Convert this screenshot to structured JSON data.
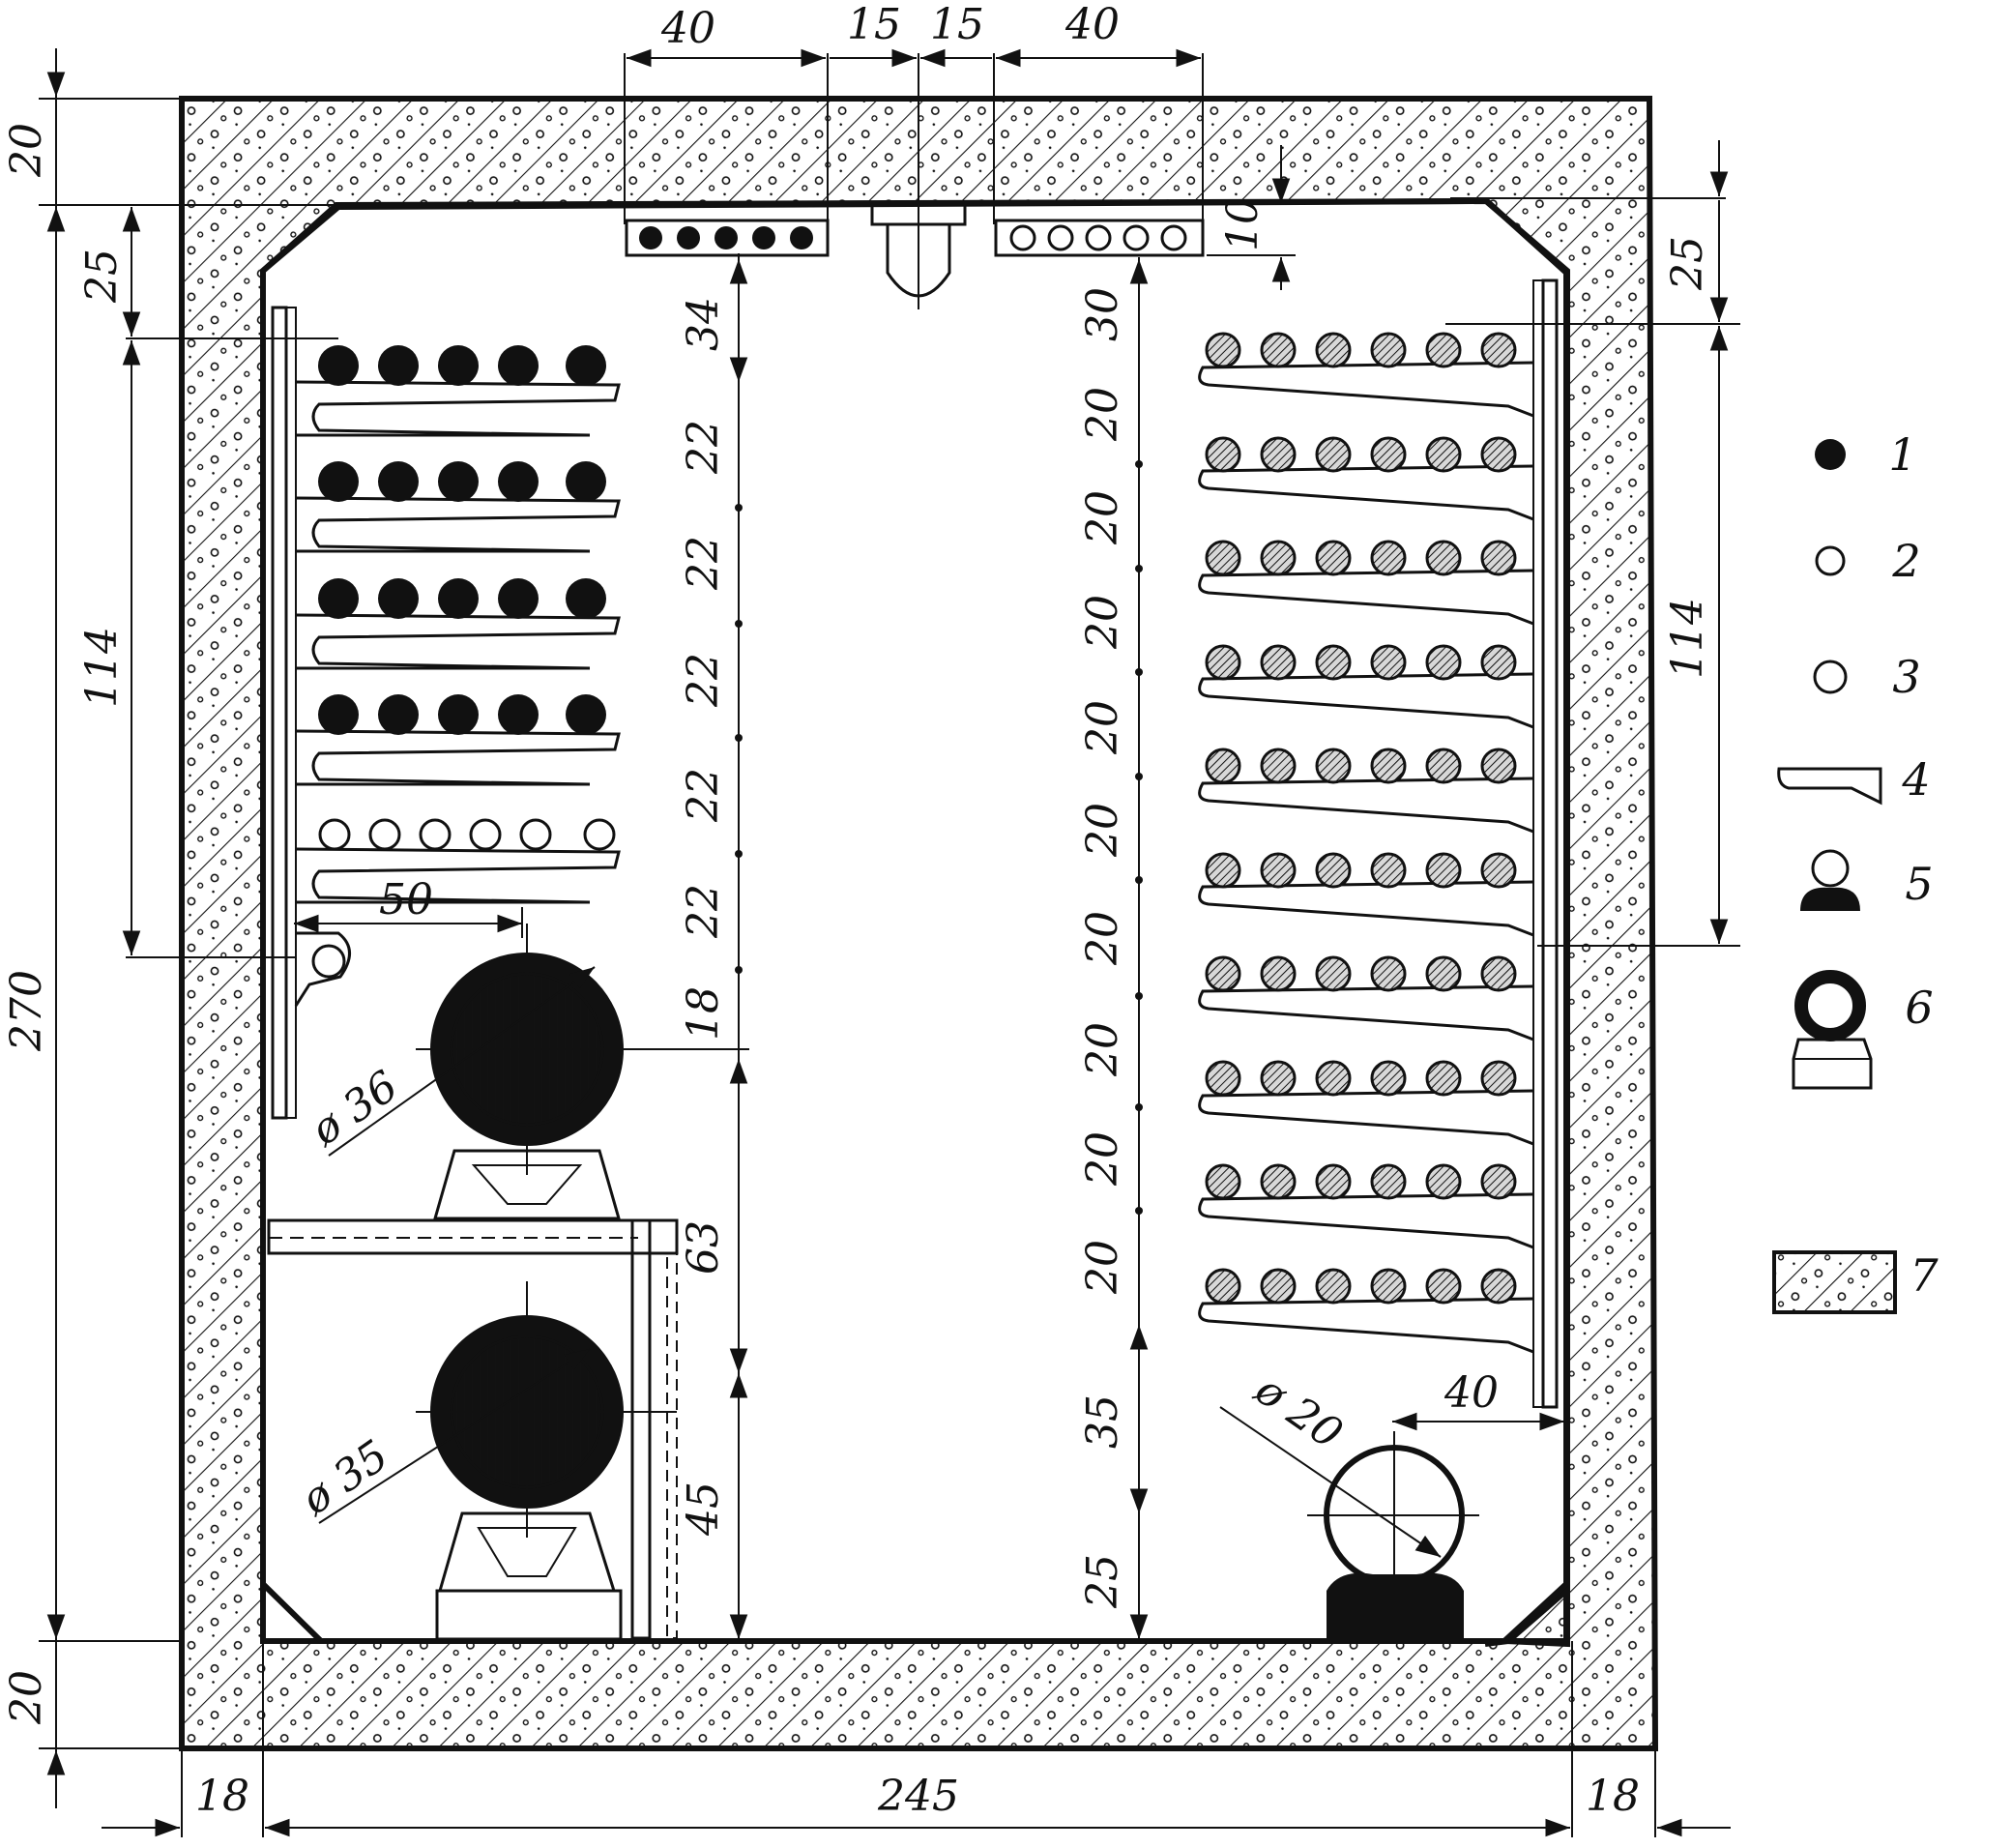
{
  "dimensions": {
    "top_wall": "20",
    "bottom_wall": "20",
    "total_height": "270",
    "left_wall": "18",
    "right_wall": "18",
    "inner_width": "245",
    "left_bracket_top": "25",
    "left_rack_height": "114",
    "right_bracket_top": "25",
    "right_rack_height": "114",
    "top_left_tray": "40",
    "top_center_left": "15",
    "top_center_right": "15",
    "top_right_tray": "40",
    "tray_depth": "10",
    "bracket_reach": "50",
    "pipe_upper_diameter": "ø 36",
    "pipe_lower_diameter": "ø 35",
    "pipe_small_diameter": "ø 20",
    "pipe_small_offset": "40",
    "left_chain": [
      "34",
      "22",
      "22",
      "22",
      "22",
      "22",
      "18",
      "63",
      "45"
    ],
    "right_chain": [
      "30",
      "20",
      "20",
      "20",
      "20",
      "20",
      "20",
      "20",
      "20",
      "20",
      "35",
      "25"
    ]
  },
  "legend": [
    {
      "number": "1",
      "icon": "black-cable-icon"
    },
    {
      "number": "2",
      "icon": "hatched-cable-icon"
    },
    {
      "number": "3",
      "icon": "white-cable-icon"
    },
    {
      "number": "4",
      "icon": "bracket-icon"
    },
    {
      "number": "5",
      "icon": "support-icon"
    },
    {
      "number": "6",
      "icon": "pipe-on-support-icon"
    },
    {
      "number": "7",
      "icon": "concrete-icon"
    }
  ]
}
